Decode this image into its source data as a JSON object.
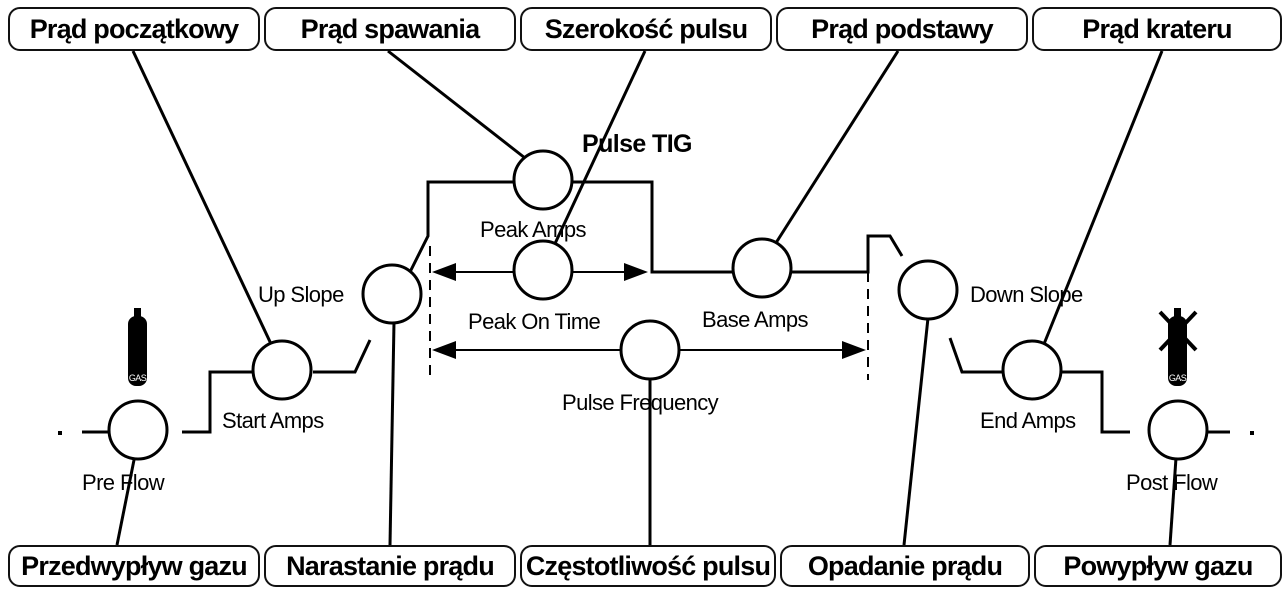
{
  "title": "Pulse TIG",
  "top_labels": {
    "start_current": "Prąd początkowy",
    "welding_current": "Prąd spawania",
    "pulse_width": "Szerokość pulsu",
    "base_current": "Prąd podstawy",
    "crater_current": "Prąd krateru"
  },
  "bottom_labels": {
    "pre_flow": "Przedwypływ gazu",
    "up_slope": "Narastanie prądu",
    "pulse_frequency": "Częstotliwość pulsu",
    "down_slope": "Opadanie prądu",
    "post_flow": "Powypływ gazu"
  },
  "knobs": {
    "pre_flow": "Pre  Flow",
    "start_amps": "Start  Amps",
    "up_slope": "Up Slope",
    "peak_amps": "Peak  Amps",
    "peak_on_time": "Peak  On Time",
    "pulse_frequency": "Pulse Frequency",
    "base_amps": "Base Amps",
    "down_slope": "Down Slope",
    "end_amps": "End Amps",
    "post_flow": "Post Flow"
  },
  "gas_icon_label": "GAS",
  "colors": {
    "ink": "#000000",
    "background": "#ffffff"
  }
}
